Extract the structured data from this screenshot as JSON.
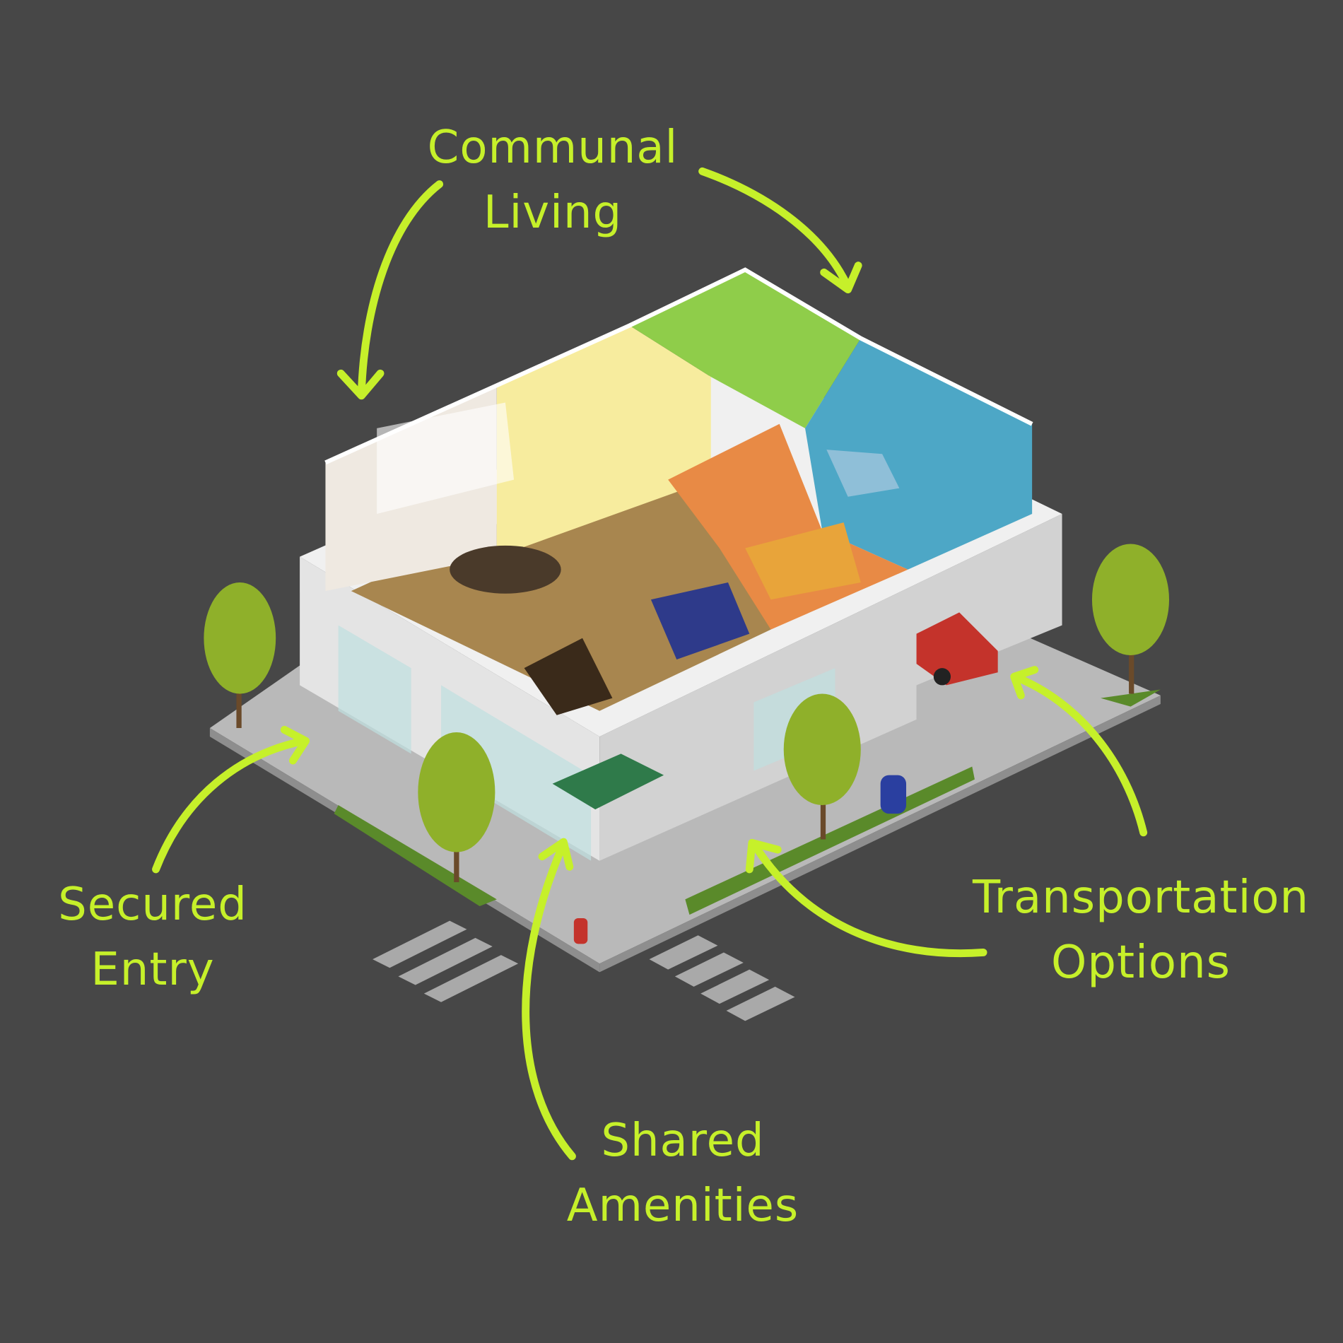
{
  "labels": {
    "communal": {
      "line1": "Communal",
      "line2": "Living"
    },
    "secured": {
      "line1": "Secured",
      "line2": "Entry"
    },
    "shared": {
      "line1": "Shared",
      "line2": "Amenities"
    },
    "transport": {
      "line1": "Transportation",
      "line2": "Options"
    }
  },
  "colors": {
    "background": "#474747",
    "accent": "#c6f02a"
  }
}
